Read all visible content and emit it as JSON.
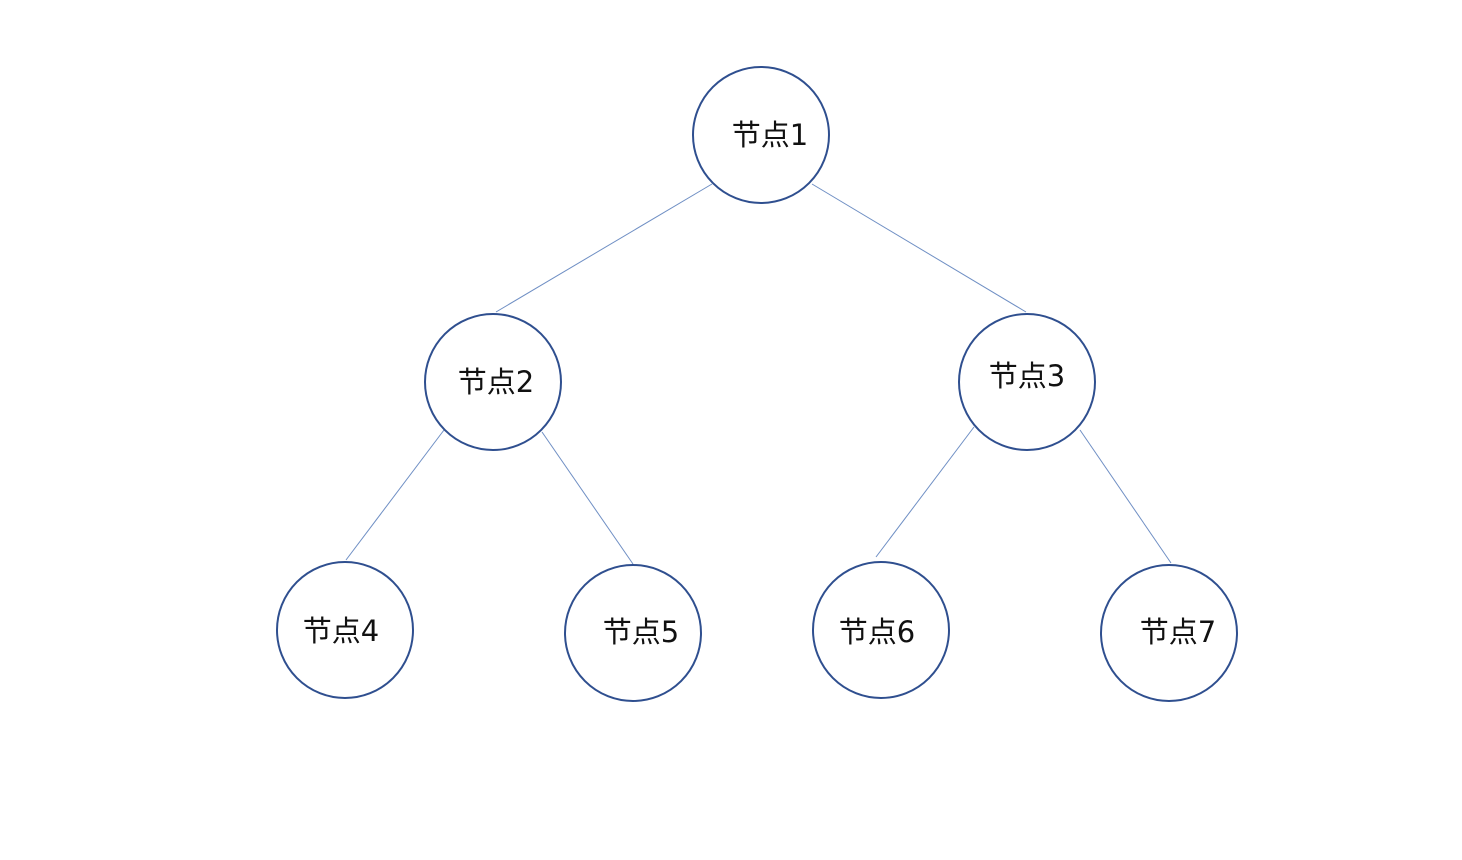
{
  "colors": {
    "node_stroke": "#2f4f8f",
    "edge_stroke": "#6f8fc4",
    "label_text": "#111111"
  },
  "nodes": [
    {
      "id": "1",
      "label": "节点1"
    },
    {
      "id": "2",
      "label": "节点2"
    },
    {
      "id": "3",
      "label": "节点3"
    },
    {
      "id": "4",
      "label": "节点4"
    },
    {
      "id": "5",
      "label": "节点5"
    },
    {
      "id": "6",
      "label": "节点6"
    },
    {
      "id": "7",
      "label": "节点7"
    }
  ],
  "edges": [
    {
      "from": "1",
      "to": "2"
    },
    {
      "from": "1",
      "to": "3"
    },
    {
      "from": "2",
      "to": "4"
    },
    {
      "from": "2",
      "to": "5"
    },
    {
      "from": "3",
      "to": "6"
    },
    {
      "from": "3",
      "to": "7"
    }
  ]
}
